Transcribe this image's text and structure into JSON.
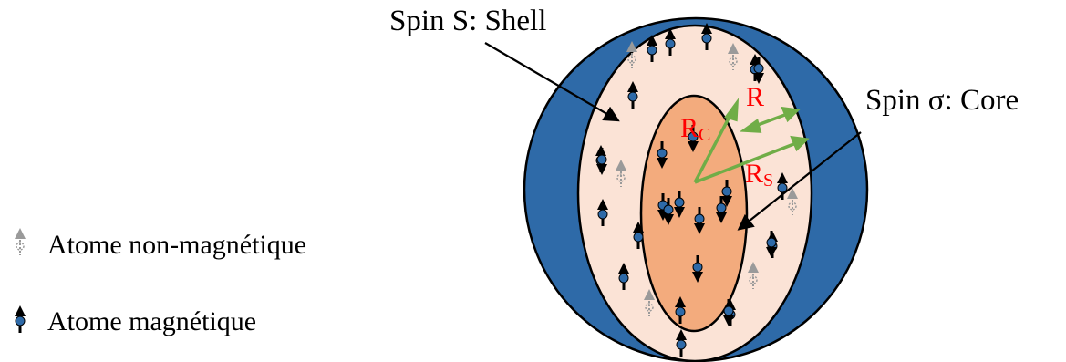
{
  "labels": {
    "shell": "Spin S: Shell",
    "core": "Spin σ: Core",
    "r": "R",
    "rc_main": "R",
    "rc_sub": "C",
    "rs_main": "R",
    "rs_sub": "S"
  },
  "legend": {
    "nonmagnetic": "Atome non-magnétique",
    "magnetic": "Atome magnétique"
  },
  "colors": {
    "outer_sphere": "#2e6aa8",
    "shell": "#fbe3d6",
    "core": "#f3ab7d",
    "radius_arrow": "#70ad47",
    "radius_text": "#ff0000",
    "magnetic_arrow": "#000000",
    "nonmagnetic_arrow": "#9a9a9a",
    "atom_dot": "#2e6aa8"
  },
  "atoms": {
    "shell_magnetic_up": 14,
    "shell_magnetic_down": 4,
    "shell_nonmagnetic": 6,
    "core_magnetic_down": 9
  }
}
